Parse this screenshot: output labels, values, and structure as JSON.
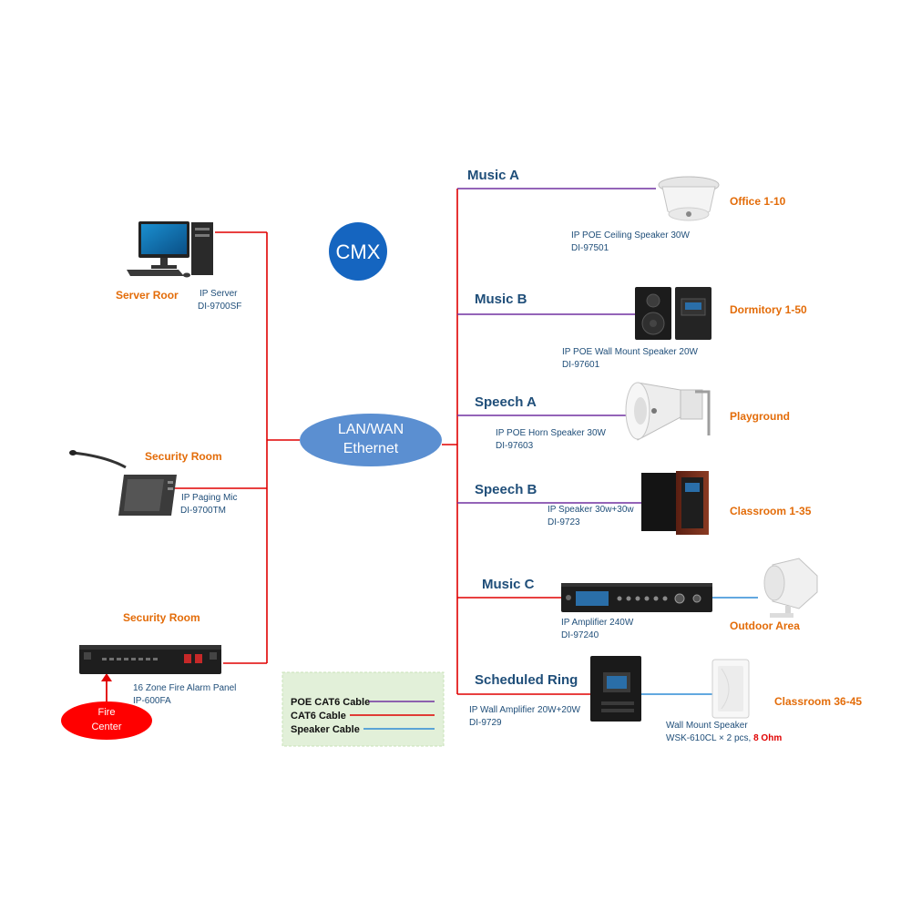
{
  "brand": {
    "logo_text": "CMX",
    "logo_color": "#1565c0"
  },
  "hub": {
    "line1": "LAN/WAN",
    "line2": "Ethernet",
    "fill": "#5b8fd1"
  },
  "colors": {
    "poe": "#7030a0",
    "cat6": "#e00000",
    "speaker": "#2e8bd6",
    "location": "#e36c09",
    "model": "#1f4e79",
    "legend_bg": "#e2f0d9"
  },
  "left": {
    "server": {
      "location": "Server Roor",
      "name": "IP Server",
      "model": "DI-9700SF",
      "icon": "desktop-computer"
    },
    "mic": {
      "location": "Security Room",
      "name": "IP Paging Mic",
      "model": "DI-9700TM",
      "icon": "paging-microphone"
    },
    "fire_panel": {
      "location": "Security Room",
      "name": "16 Zone Fire Alarm Panel",
      "model": "IP-600FA",
      "icon": "rack-panel"
    },
    "fire_center": {
      "line1": "Fire",
      "line2": "Center"
    }
  },
  "zones": [
    {
      "zone": "Music A",
      "product": "IP  POE Ceiling Speaker 30W",
      "model": "DI-97501",
      "location": "Office 1-10",
      "icon": "ceiling-speaker"
    },
    {
      "zone": "Music B",
      "product": "IP  POE Wall Mount Speaker 20W",
      "model": "DI-97601",
      "location": "Dormitory 1-50",
      "icon": "wall-speaker-pair"
    },
    {
      "zone": "Speech A",
      "product": "IP  POE Horn Speaker 30W",
      "model": "DI-97603",
      "location": "Playground",
      "icon": "horn-speaker"
    },
    {
      "zone": "Speech B",
      "product": "IP Speaker 30w+30w",
      "model": "DI-9723",
      "location": "Classroom 1-35",
      "icon": "bookshelf-speakers"
    },
    {
      "zone": "Music C",
      "product": "IP Amplifier 240W",
      "model": "DI-97240",
      "location": "Outdoor Area",
      "icon": "rack-amplifier",
      "speaker_icon": "outdoor-horn"
    },
    {
      "zone": "Scheduled Ring",
      "product": "IP Wall Amplifier 20W+20W",
      "model": "DI-9729",
      "location": "Classroom 36-45",
      "icon": "wall-amplifier",
      "extra_name": "Wall Mount Speaker",
      "extra_model": "WSK-610CL",
      "extra_qty": "× 2 pcs,",
      "extra_ohm": "8 Ohm"
    }
  ],
  "legend": {
    "items": [
      {
        "label": "POE CAT6 Cable",
        "color": "#7030a0"
      },
      {
        "label": "CAT6 Cable",
        "color": "#e00000"
      },
      {
        "label": "Speaker Cable",
        "color": "#2e8bd6"
      }
    ]
  }
}
